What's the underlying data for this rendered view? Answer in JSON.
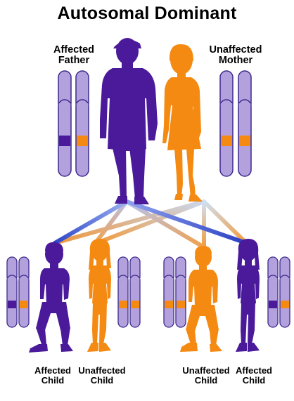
{
  "title": "Autosomal Dominant",
  "colors": {
    "affected": "#4a1a9a",
    "unaffected": "#f58a12",
    "chromosome": "#b3a1dd",
    "chromosome_outline": "#3d2a8c",
    "line_from_father": "#3b4fd0",
    "line_from_mother": "#f29a3a"
  },
  "parents": [
    {
      "id": "father",
      "line1": "Affected",
      "line2": "Father",
      "status": "affected",
      "band_colors": [
        "affected",
        "unaffected"
      ],
      "icon": "man-silhouette-icon"
    },
    {
      "id": "mother",
      "line1": "Unaffected",
      "line2": "Mother",
      "status": "unaffected",
      "band_colors": [
        "unaffected",
        "unaffected"
      ],
      "icon": "woman-silhouette-icon"
    }
  ],
  "children": [
    {
      "id": "child1",
      "line1": "Affected",
      "line2": "Child",
      "status": "affected",
      "band_colors": [
        "affected",
        "unaffected"
      ],
      "icon": "boy-silhouette-icon"
    },
    {
      "id": "child2",
      "line1": "Unaffected",
      "line2": "Child",
      "status": "unaffected",
      "band_colors": [
        "unaffected",
        "unaffected"
      ],
      "icon": "girl-silhouette-icon"
    },
    {
      "id": "child3",
      "line1": "Unaffected",
      "line2": "Child",
      "status": "unaffected",
      "band_colors": [
        "unaffected",
        "unaffected"
      ],
      "icon": "boy-silhouette-icon"
    },
    {
      "id": "child4",
      "line1": "Affected",
      "line2": "Child",
      "status": "affected",
      "band_colors": [
        "affected",
        "unaffected"
      ],
      "icon": "girl-silhouette-icon"
    }
  ]
}
